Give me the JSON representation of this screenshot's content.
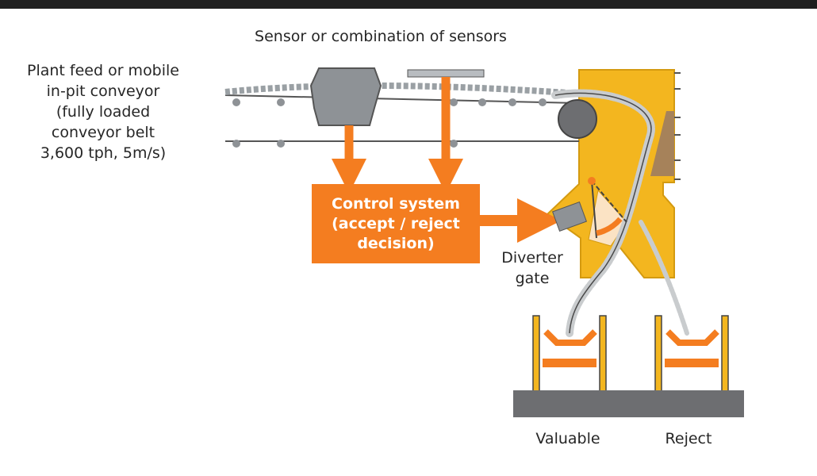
{
  "labels": {
    "sensor": "Sensor or combination of sensors",
    "feed": "Plant feed or mobile\nin-pit conveyor\n(fully loaded\nconveyor belt\n3,600 tph, 5m/s)",
    "control": "Control system\n(accept / reject\ndecision)",
    "diverter": "Diverter\ngate",
    "valuable": "Valuable",
    "reject": "Reject"
  },
  "colors": {
    "orange": "#f47d20",
    "chute": "#f3b61f",
    "machine_grey": "#8e9296",
    "base_grey": "#6d6e71",
    "ore": "#c9ccce"
  }
}
